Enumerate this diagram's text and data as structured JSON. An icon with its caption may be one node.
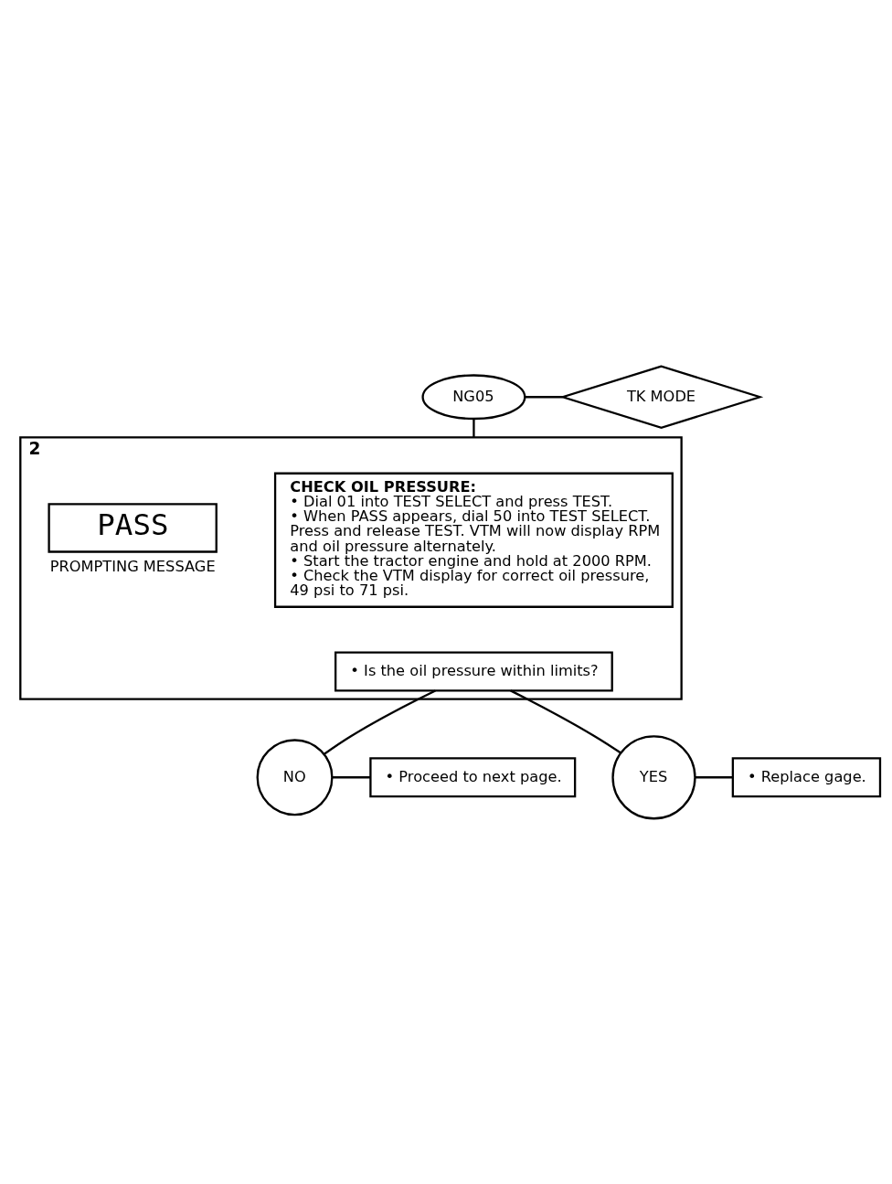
{
  "diagram": {
    "nodes": [
      {
        "text": [
          "NG05"
        ]
      },
      {
        "text": [
          "TK MODE"
        ]
      },
      {
        "text": [
          "2"
        ]
      },
      {
        "text": [
          "CHECK OIL PRESSURE:",
          "• Dial 01 into TEST SELECT and press TEST.",
          "• When PASS appears, dial 50 into TEST SELECT. Press and release TEST. VTM will now display RPM and oil pressure alternately.",
          "• Start the tractor engine and hold at 2000 RPM.",
          "• Check the VTM display for correct oil pressure, 49 psi to 71 psi."
        ],
        "in": 2
      },
      {
        "text": [
          "• Is the oil pressure within limits?"
        ],
        "in": 2
      },
      {
        "text": [
          "PASS"
        ],
        "in": 2,
        "beside": [
          "PROMPTING MESSAGE"
        ]
      },
      {
        "text": [
          "NO"
        ]
      },
      {
        "text": [
          "• Proceed to next page."
        ]
      },
      {
        "text": [
          "YES"
        ]
      },
      {
        "text": [
          "• Replace gage."
        ]
      }
    ],
    "edges": [
      {
        "from": 0,
        "to": 1,
        "arrow": "none"
      },
      {
        "from": 0,
        "to": 2,
        "arrow": "none"
      },
      {
        "from": 4,
        "to": 6,
        "arrow": "none"
      },
      {
        "from": 4,
        "to": 8,
        "arrow": "none"
      },
      {
        "from": 6,
        "to": 7,
        "arrow": "none"
      },
      {
        "from": 8,
        "to": 9,
        "arrow": "none"
      }
    ]
  }
}
